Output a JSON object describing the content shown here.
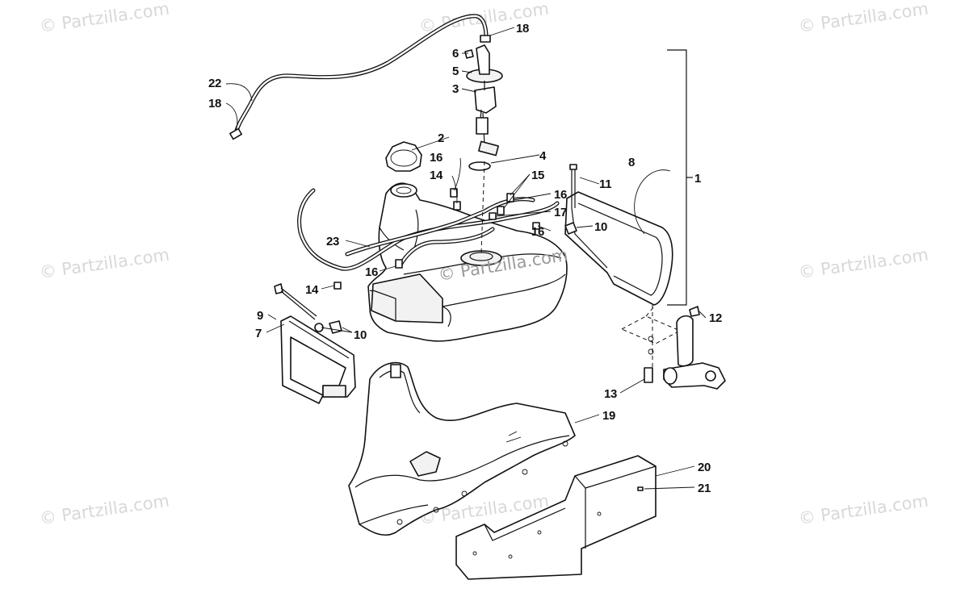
{
  "watermark": {
    "text": "© Partzilla.com",
    "center_text": "© Partzilla.com"
  },
  "callouts": {
    "c1": "1",
    "c2": "2",
    "c3": "3",
    "c4": "4",
    "c5": "5",
    "c6": "6",
    "c7": "7",
    "c8": "8",
    "c9": "9",
    "c10a": "10",
    "c10b": "10",
    "c11": "11",
    "c12": "12",
    "c13": "13",
    "c14a": "14",
    "c14b": "14",
    "c15": "15",
    "c16a": "16",
    "c16b": "16",
    "c16c": "16",
    "c16d": "16",
    "c17": "17",
    "c18a": "18",
    "c18b": "18",
    "c19": "19",
    "c20": "20",
    "c21": "21",
    "c22": "22",
    "c23": "23"
  }
}
